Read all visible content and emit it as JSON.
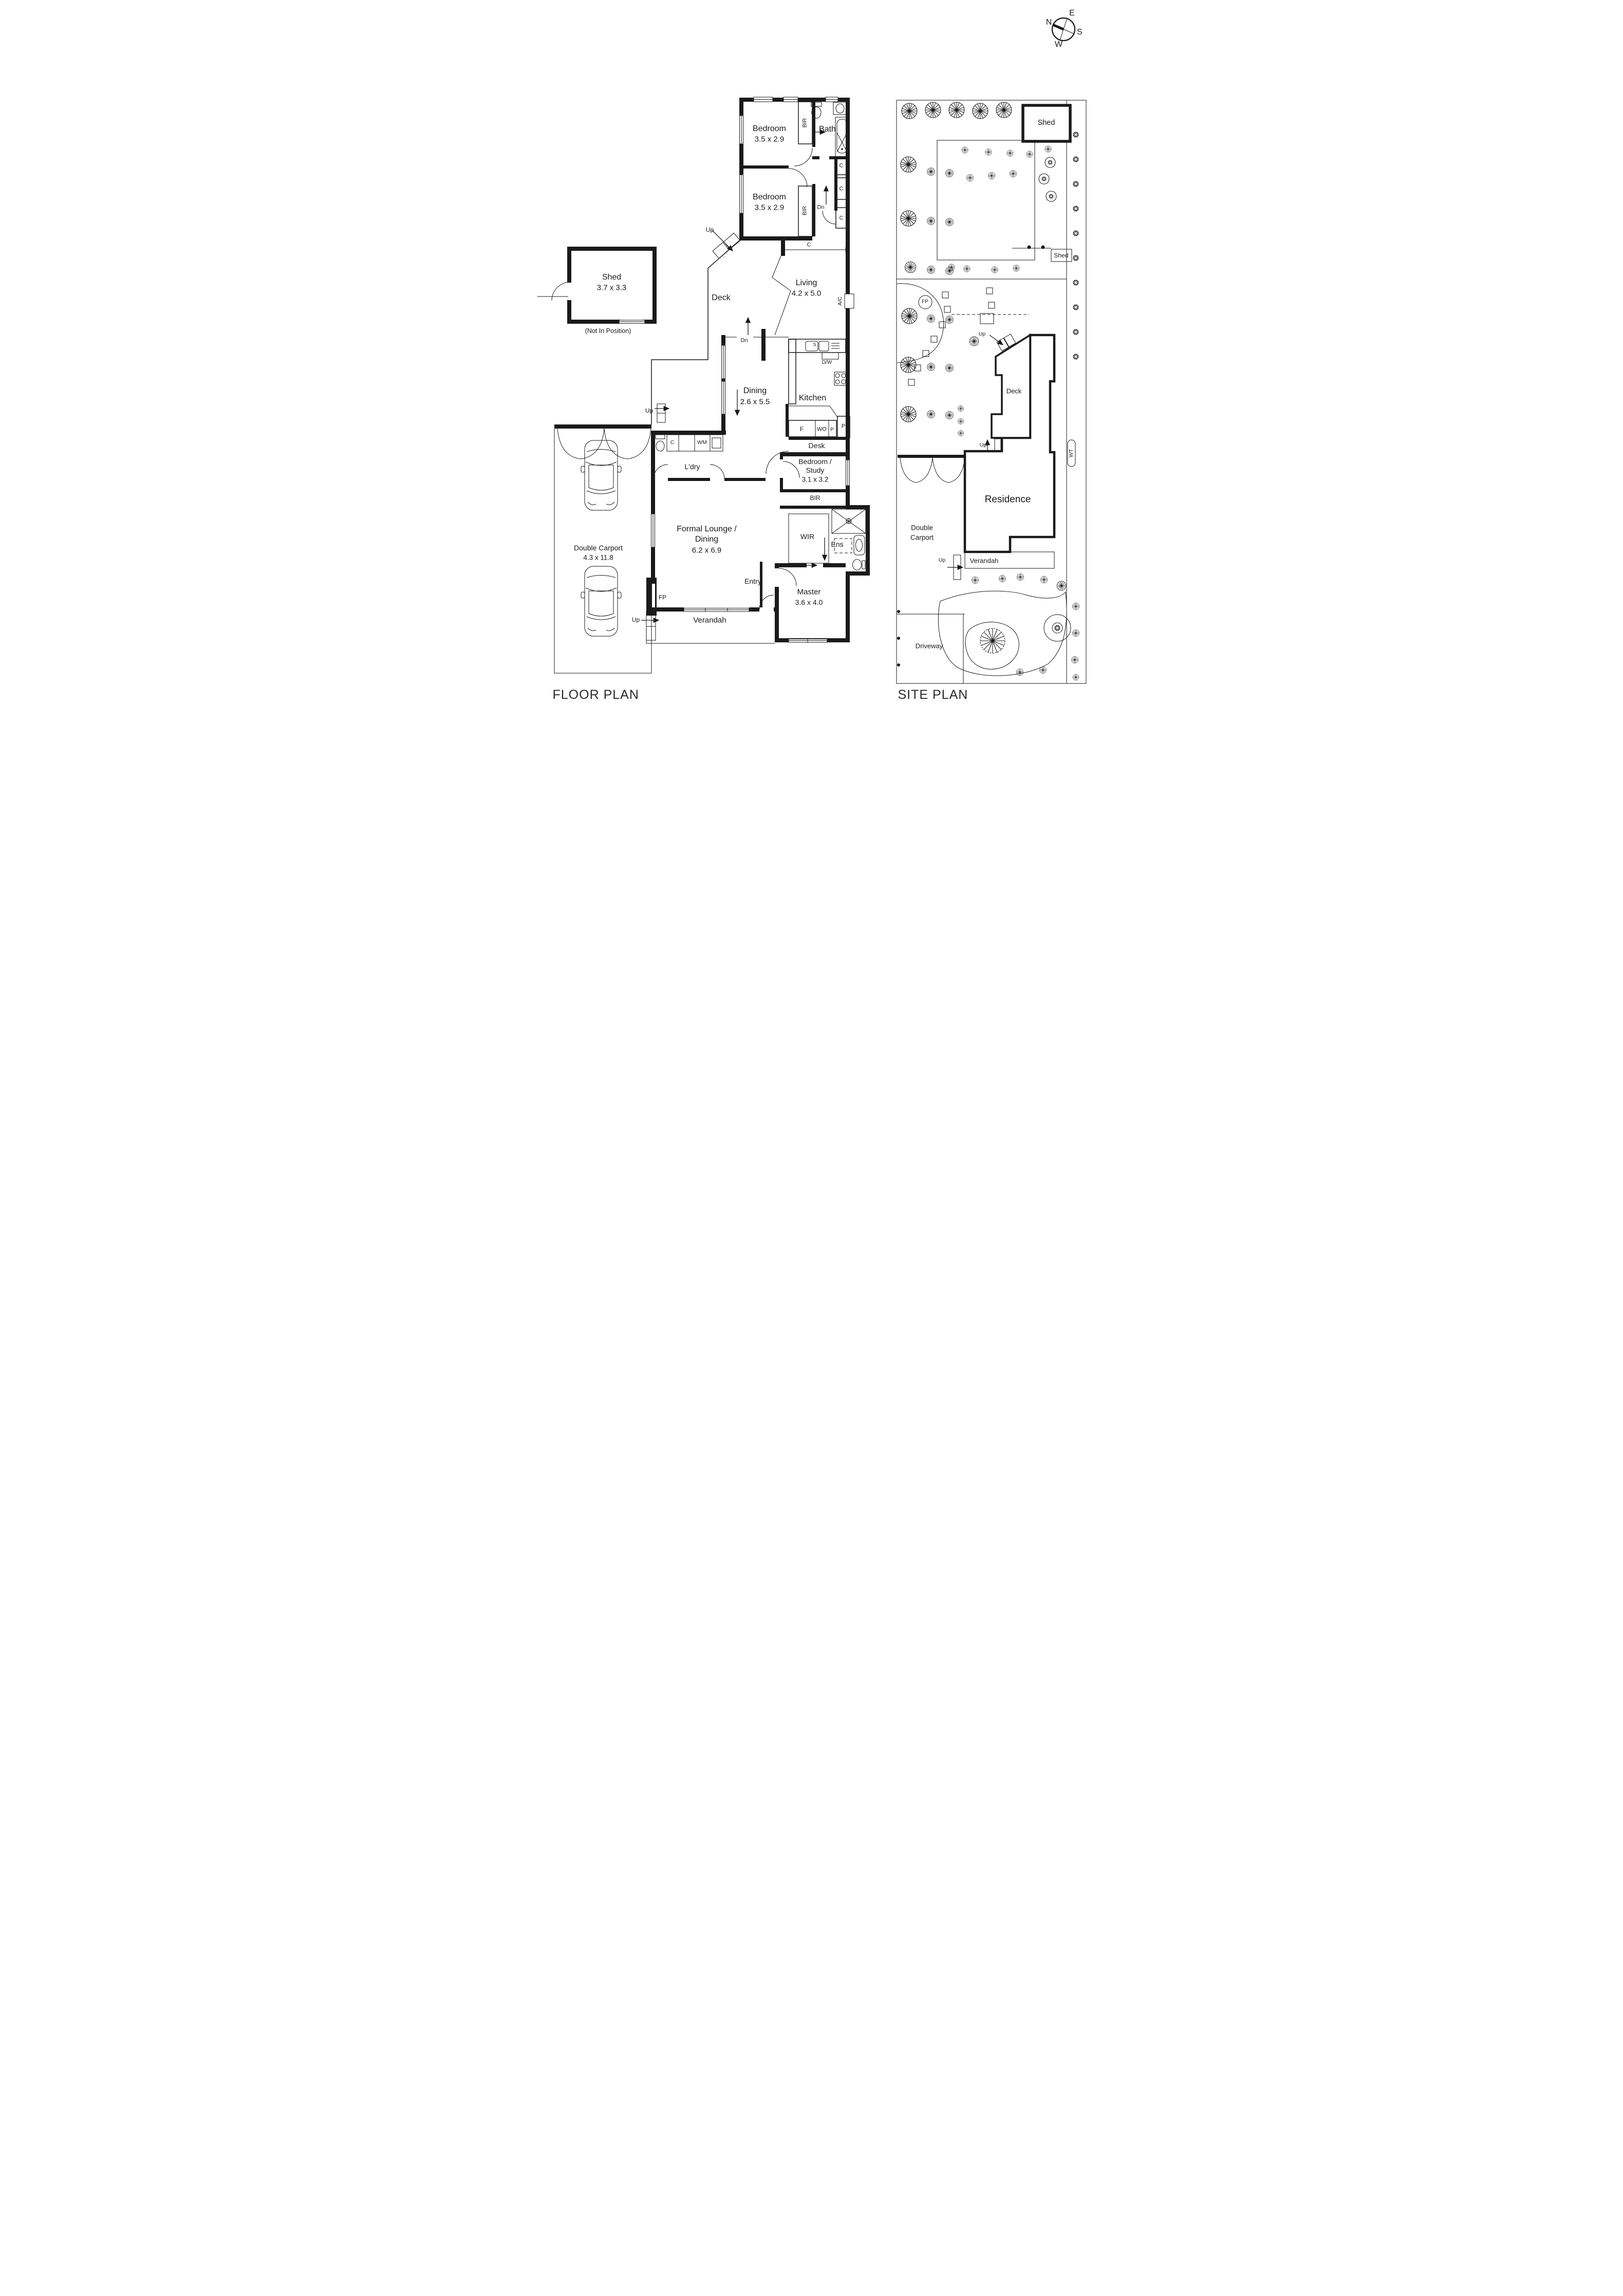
{
  "compass": {
    "n": "N",
    "e": "E",
    "s": "S",
    "w": "W"
  },
  "titles": {
    "floor_plan": "FLOOR PLAN",
    "site_plan": "SITE PLAN"
  },
  "floor_plan": {
    "shed": {
      "name": "Shed",
      "dims": "3.7 x 3.3",
      "note": "(Not In Position)"
    },
    "bedroom1": {
      "name": "Bedroom",
      "dims": "3.5 x 2.9"
    },
    "bedroom2": {
      "name": "Bedroom",
      "dims": "3.5 x 2.9"
    },
    "bath": {
      "name": "Bath"
    },
    "living": {
      "name": "Living",
      "dims": "4.2 x 5.0"
    },
    "deck": {
      "name": "Deck"
    },
    "dining": {
      "name": "Dining",
      "dims": "2.6 x 5.5"
    },
    "kitchen": {
      "name": "Kitchen"
    },
    "desk": {
      "name": "Desk"
    },
    "study": {
      "name_line1": "Bedroom /",
      "name_line2": "Study",
      "dims": "3.1 x 3.2"
    },
    "ldry": {
      "name": "L'dry"
    },
    "lounge": {
      "name_line1": "Formal Lounge /",
      "name_line2": "Dining",
      "dims": "6.2 x 6.9"
    },
    "carport": {
      "name": "Double Carport",
      "dims": "4.3 x 11.8"
    },
    "entry": {
      "name": "Entry"
    },
    "master": {
      "name": "Master",
      "dims": "3.6 x 4.0"
    },
    "wir": {
      "name": "WIR"
    },
    "ens": {
      "name": "Ens"
    },
    "verandah": {
      "name": "Verandah"
    },
    "tags": {
      "bir": "BIR",
      "c": "C",
      "up": "Up",
      "dn": "Dn",
      "fp": "FP",
      "ac": "A/C",
      "s": "S",
      "dw": "D/W",
      "f": "F",
      "wo": "WO",
      "p": "P",
      "wm": "WM"
    }
  },
  "site_plan": {
    "shed_top": "Shed",
    "shed_side": "Shed",
    "deck": "Deck",
    "residence": "Residence",
    "carport_line1": "Double",
    "carport_line2": "Carport",
    "verandah": "Verandah",
    "driveway": "Driveway",
    "tags": {
      "wt": "WT",
      "fp": "FP",
      "up": "Up"
    }
  }
}
